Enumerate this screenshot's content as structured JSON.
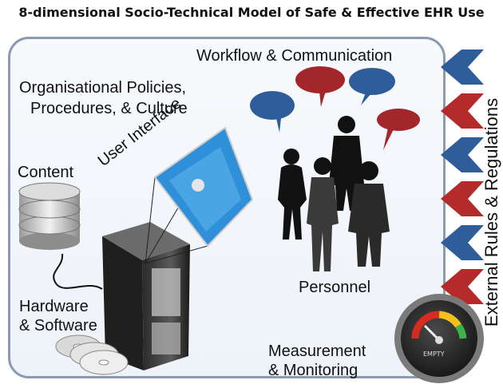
{
  "title": "8-dimensional Socio-Technical Model of Safe & Effective EHR Use",
  "labels": {
    "workflow": "Workflow & Communication",
    "policies_1": "Organisational Policies,",
    "policies_2": "Procedures, & Culture",
    "content": "Content",
    "ui": "User Interface",
    "hardware_1": "Hardware",
    "hardware_2": "& Software",
    "personnel": "Personnel",
    "measurement_1": "Measurement",
    "measurement_2": "& Monitoring",
    "external": "External Rules & Regulations",
    "gauge": "EMPTY"
  },
  "arrows": [
    {
      "color": "#2f5d9a"
    },
    {
      "color": "#b52a2a"
    },
    {
      "color": "#2f5d9a"
    },
    {
      "color": "#b52a2a"
    },
    {
      "color": "#2f5d9a"
    },
    {
      "color": "#b52a2a"
    }
  ],
  "colors": {
    "blue": "#2f5d9a",
    "red": "#a3262a",
    "border": "#8a9ab2"
  }
}
